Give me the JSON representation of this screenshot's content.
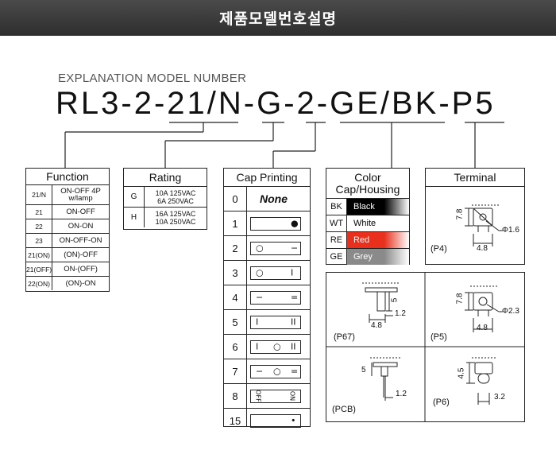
{
  "header": {
    "title": "제품모델번호설명"
  },
  "subtitle": "EXPLANATION MODEL NUMBER",
  "model_number": "RL3-2-21/N-G-2-GE/BK-P5",
  "function_box": {
    "title": "Function",
    "rows": [
      {
        "code": "21/N",
        "desc": "ON-OFF 4P w/lamp"
      },
      {
        "code": "21",
        "desc": "ON-OFF"
      },
      {
        "code": "22",
        "desc": "ON-ON"
      },
      {
        "code": "23",
        "desc": "ON-OFF-ON"
      },
      {
        "code": "21(ON)",
        "desc": "(ON)-OFF"
      },
      {
        "code": "21(OFF)",
        "desc": "ON-(OFF)"
      },
      {
        "code": "22(ON)",
        "desc": "(ON)-ON"
      }
    ]
  },
  "rating_box": {
    "title": "Rating",
    "rows": [
      {
        "code": "G",
        "line1": "10A  125VAC",
        "line2": "6A   250VAC"
      },
      {
        "code": "H",
        "line1": "16A  125VAC",
        "line2": "10A  250VAC"
      }
    ]
  },
  "cap_box": {
    "title": "Cap Printing",
    "rows": [
      {
        "num": "0",
        "none_label": "None"
      },
      {
        "num": "1",
        "left": "",
        "mid": "",
        "right": "●"
      },
      {
        "num": "2",
        "left": "○",
        "mid": "",
        "right": "−"
      },
      {
        "num": "3",
        "left": "○",
        "mid": "",
        "right": "I"
      },
      {
        "num": "4",
        "left": "−",
        "mid": "",
        "right": "="
      },
      {
        "num": "5",
        "left": "I",
        "mid": "",
        "right": "II"
      },
      {
        "num": "6",
        "left": "I",
        "mid": "○",
        "right": "II"
      },
      {
        "num": "7",
        "left": "−",
        "mid": "○",
        "right": "="
      },
      {
        "num": "8",
        "left": "OFF",
        "mid": "",
        "right": "ON"
      },
      {
        "num": "15",
        "left": "",
        "mid": "",
        "right": "•"
      }
    ]
  },
  "color_box": {
    "title_line1": "Color",
    "title_line2": "Cap/Housing",
    "rows": [
      {
        "code": "BK",
        "name": "Black",
        "bg": "#000000",
        "fg": "#ffffff"
      },
      {
        "code": "WT",
        "name": "White",
        "bg": "#ffffff",
        "fg": "#000000"
      },
      {
        "code": "RE",
        "name": "Red",
        "bg": "#e8301c",
        "fg": "#ffffff"
      },
      {
        "code": "GE",
        "name": "Grey",
        "bg": "#8a8a8a",
        "fg": "#ffffff"
      }
    ]
  },
  "terminal_box": {
    "title": "Terminal",
    "p4": {
      "label": "(P4)",
      "h": "7.8",
      "w": "4.8",
      "d": "Φ1.6"
    },
    "p67": {
      "label": "(P67)",
      "h": "5",
      "t": "1.2",
      "w": "4.8"
    },
    "p5": {
      "label": "(P5)",
      "h": "7.8",
      "w": "4.8",
      "d": "Φ2.3"
    },
    "pcb": {
      "label": "(PCB)",
      "h": "5",
      "t": "1.2"
    },
    "p6": {
      "label": "(P6)",
      "h": "4.5",
      "w": "3.2"
    }
  },
  "colors": {
    "header_bg": "#3a3a3a",
    "line": "#222222"
  }
}
